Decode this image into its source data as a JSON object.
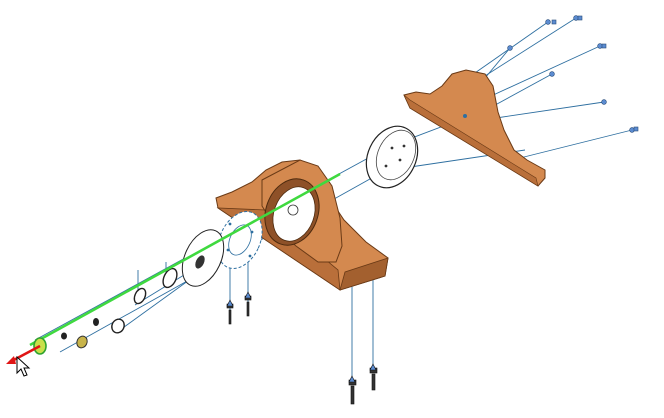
{
  "view": {
    "kind": "3d-exploded-assembly",
    "background_color": "#ffffff"
  },
  "colors": {
    "housing": "#d4894f",
    "housing_shade": "#b96f3a",
    "housing_dark": "#8e5128",
    "flight_line": "#2e6fa0",
    "fastener": "#5b8bd0",
    "axis_highlight": "#3fd93f",
    "triad_x": "#e01515",
    "triad_origin": "#2fa32f",
    "washer_yellow": "#c8b44a"
  },
  "icons": {
    "cursor": "arrow-cursor-icon",
    "triad": "coordinate-triad-icon"
  },
  "parts": [
    "bearing-housing",
    "rear-cover-plate",
    "front-cover-plate",
    "flange",
    "seal-disc",
    "bearing",
    "spacer",
    "washer",
    "nut",
    "bolt",
    "base-bolt"
  ]
}
